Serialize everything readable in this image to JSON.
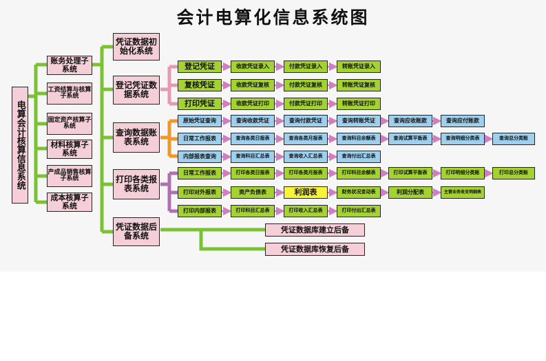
{
  "title": "会计电算化信息系统图",
  "colors": {
    "line_green": "#7ac231",
    "line_pink": "#e59ab2",
    "line_orange": "#f0972a",
    "line_purple": "#b06fb0",
    "arrow": "#cf7fbe"
  },
  "root": "电算会计核算信息系统",
  "level2": [
    "账务处理子系统",
    "工资结算与核算子系统",
    "固定资产核算子系统",
    "材料核算子系统",
    "产成品销售核算子系统",
    "成本核算子系统"
  ],
  "level3": [
    "凭证数据初始化系统",
    "登记凭证数据系统",
    "查询数据账表系统",
    "打印各类报表系统",
    "凭证数据后备系统"
  ],
  "register_rows": [
    [
      "登记凭证",
      "收款凭证录入",
      "付款凭证录入",
      "转账凭证录入"
    ],
    [
      "复核凭证",
      "收款凭证复核",
      "付款凭证复核",
      "转账凭证复核"
    ],
    [
      "打印凭证",
      "收款凭证打印",
      "付款凭证打印",
      "转账凭证打印"
    ]
  ],
  "query_rows": [
    [
      "原始凭证查询",
      "查询收款凭证",
      "查询付款凭证",
      "查询转账凭证",
      "查询应收账款",
      "查询应付账款"
    ],
    [
      "日常工作报表",
      "查询各类日报表",
      "查询各类月报表",
      "查询科目余额表",
      "查询试算平衡表",
      "查询明细分类表",
      "查询总分类账"
    ],
    [
      "内部报表查询",
      "查询科目汇总表",
      "查询收入汇总表",
      "查询付出汇总表"
    ]
  ],
  "print_rows": [
    [
      "日常工作报表",
      "打印各类日报表",
      "打印各类月报表",
      "打印科目余额表",
      "打印试算平衡表",
      "打印明细分类账",
      "打印总分类账"
    ],
    [
      "打印对外报表",
      "资产负债表",
      "利润表",
      "财务状况变动表",
      "利润分配表",
      "主营业务收支明细表"
    ],
    [
      "打印内部报表",
      "打印科目汇总表",
      "打印收入汇总表",
      "打印付出汇总表"
    ]
  ],
  "backup": [
    "凭证数据库建立后备",
    "凭证数据库恢复后备"
  ]
}
